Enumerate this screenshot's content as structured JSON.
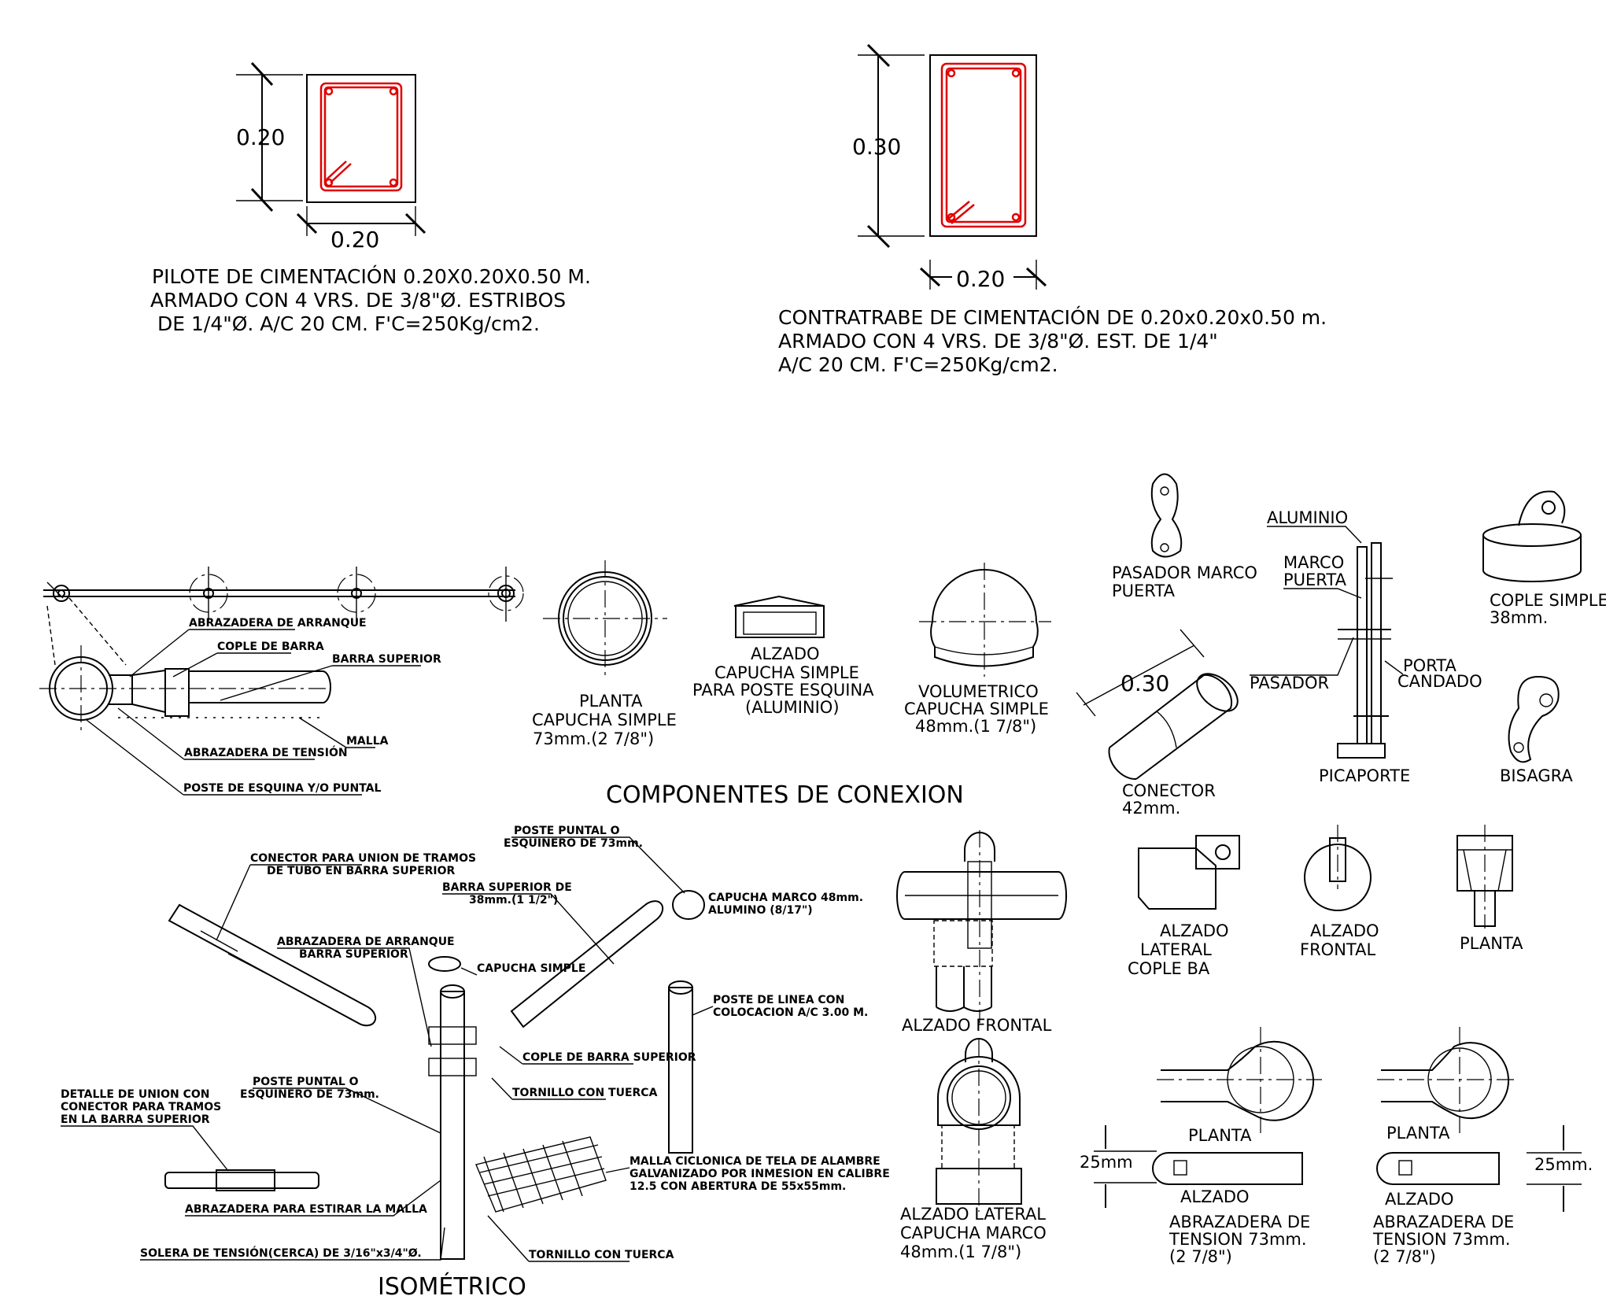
{
  "colors": {
    "line": "#000000",
    "rebar": "#e00000",
    "background": "#ffffff"
  },
  "pilote": {
    "dim_h": "0.20",
    "dim_w": "0.20",
    "lines": [
      "PILOTE DE CIMENTACIÓN 0.20X0.20X0.50 M.",
      "ARMADO CON 4 VRS. DE 3/8\"Ø. ESTRIBOS",
      "DE 1/4\"Ø. A/C 20 CM. F'C=250Kg/cm2."
    ]
  },
  "contratrabe": {
    "dim_h": "0.30",
    "dim_w": "0.20",
    "lines": [
      "CONTRATRABE DE CIMENTACIÓN DE 0.20x0.20x0.50 m.",
      "ARMADO CON 4 VRS. DE 3/8\"Ø. EST. DE 1/4\"",
      "A/C 20 CM. F'C=250Kg/cm2."
    ]
  },
  "corner_detail": {
    "abrazadera_arranque": "ABRAZADERA DE ARRANQUE",
    "cople_barra": "COPLE DE BARRA",
    "barra_superior": "BARRA SUPERIOR",
    "malla": "MALLA",
    "abrazadera_tension": "ABRAZADERA DE TENSIÓN",
    "poste_esquina": "POSTE DE ESQUINA Y/O PUNTAL"
  },
  "componentes": {
    "title": "COMPONENTES DE CONEXION",
    "planta": [
      "PLANTA",
      "CAPUCHA SIMPLE",
      "73mm.(2 7/8\")"
    ],
    "alzado": [
      "ALZADO",
      "CAPUCHA SIMPLE",
      "PARA POSTE ESQUINA",
      "(ALUMINIO)"
    ],
    "volumetrico": [
      "VOLUMETRICO",
      "CAPUCHA SIMPLE",
      "48mm.(1 7/8\")"
    ],
    "conector_dim": "0.30",
    "conector": [
      "CONECTOR",
      "42mm."
    ],
    "pasador": [
      "PASADOR MARCO",
      "PUERTA"
    ],
    "picaporte": {
      "aluminio": "ALUMINIO",
      "marco": "MARCO",
      "puerta": "PUERTA",
      "pasador": "PASADOR",
      "porta": "PORTA",
      "candado": "CANDADO",
      "title": "PICAPORTE"
    },
    "cople_simple": [
      "COPLE SIMPLE",
      "38mm."
    ],
    "bisagra": "BISAGRA"
  },
  "isometrico": {
    "title": "ISOMÉTRICO",
    "conector_union": [
      "CONECTOR PARA UNION DE TRAMOS",
      "DE TUBO EN BARRA SUPERIOR"
    ],
    "poste_puntal_top": [
      "POSTE PUNTAL O",
      "ESQUINERO DE 73mm."
    ],
    "barra_superior": [
      "BARRA SUPERIOR DE",
      "38mm.(1 1/2\")"
    ],
    "capucha_marco": [
      "CAPUCHA MARCO 48mm.",
      "ALUMINO (8/17\")"
    ],
    "abrazadera_arranque": [
      "ABRAZADERA DE ARRANQUE",
      "BARRA SUPERIOR"
    ],
    "capucha_simple": "CAPUCHA SIMPLE",
    "poste_linea": [
      "POSTE DE LINEA CON",
      "COLOCACION A/C 3.00 M."
    ],
    "cople_barra_superior": "COPLE DE BARRA SUPERIOR",
    "tornillo1": "TORNILLO CON TUERCA",
    "poste_puntal": [
      "POSTE PUNTAL O",
      "ESQUINERO DE 73mm."
    ],
    "detalle_union": [
      "DETALLE DE UNION CON",
      "CONECTOR PARA TRAMOS",
      "EN LA BARRA SUPERIOR"
    ],
    "malla": [
      "MALLA CICLONICA DE TELA DE ALAMBRE",
      "GALVANIZADO POR INMESION EN CALIBRE",
      "12.5 CON ABERTURA DE 55x55mm."
    ],
    "abrazadera_estirar": "ABRAZADERA PARA ESTIRAR LA MALLA",
    "solera": "SOLERA DE TENSIÓN(CERCA) DE 3/16\"x3/4\"Ø.",
    "tornillo2": "TORNILLO CON TUERCA"
  },
  "capucha_marco": {
    "alzado_frontal": "ALZADO FRONTAL",
    "alzado_lateral": [
      "ALZADO LATERAL",
      "CAPUCHA MARCO",
      "48mm.(1 7/8\")"
    ]
  },
  "cople_ba": {
    "lateral": [
      "ALZADO",
      "LATERAL",
      "COPLE BA"
    ],
    "frontal": [
      "ALZADO",
      "FRONTAL"
    ],
    "planta": "PLANTA"
  },
  "abrazadera1": {
    "planta": "PLANTA",
    "alzado": "ALZADO",
    "dim": "25mm",
    "lines": [
      "ABRAZADERA DE",
      "TENSION 73mm.",
      "(2 7/8\")"
    ]
  },
  "abrazadera2": {
    "planta": "PLANTA",
    "alzado": "ALZADO",
    "dim": "25mm.",
    "lines": [
      "ABRAZADERA DE",
      "TENSION 73mm.",
      "(2 7/8\")"
    ]
  }
}
